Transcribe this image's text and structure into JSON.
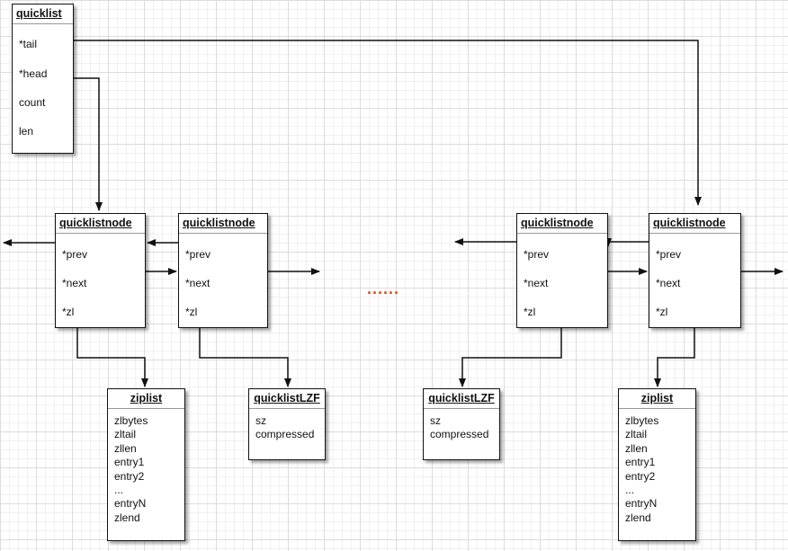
{
  "quicklist": {
    "title": "quicklist",
    "fields": [
      "*tail",
      "*head",
      "count",
      "len"
    ]
  },
  "nodes": [
    {
      "title": "quicklistnode",
      "fields": [
        "*prev",
        "*next",
        "*zl"
      ]
    },
    {
      "title": "quicklistnode",
      "fields": [
        "*prev",
        "*next",
        "*zl"
      ]
    },
    {
      "title": "quicklistnode",
      "fields": [
        "*prev",
        "*next",
        "*zl"
      ]
    },
    {
      "title": "quicklistnode",
      "fields": [
        "*prev",
        "*next",
        "*zl"
      ]
    }
  ],
  "ziplist_left": {
    "title": "ziplist",
    "fields": [
      "zlbytes",
      "zltail",
      "zllen",
      "entry1",
      "entry2",
      "...",
      "entryN",
      "zlend"
    ]
  },
  "ziplist_right": {
    "title": "ziplist",
    "fields": [
      "zlbytes",
      "zltail",
      "zllen",
      "entry1",
      "entry2",
      "...",
      "entryN",
      "zlend"
    ]
  },
  "lzf_left": {
    "title": "quicklistLZF",
    "fields": [
      "sz",
      "compressed"
    ]
  },
  "lzf_right": {
    "title": "quicklistLZF",
    "fields": [
      "sz",
      "compressed"
    ]
  },
  "ellipsis": "......",
  "colors": {
    "ellipsis": "#e24a1f",
    "line": "#111111",
    "grid": "#dcdcdc"
  }
}
